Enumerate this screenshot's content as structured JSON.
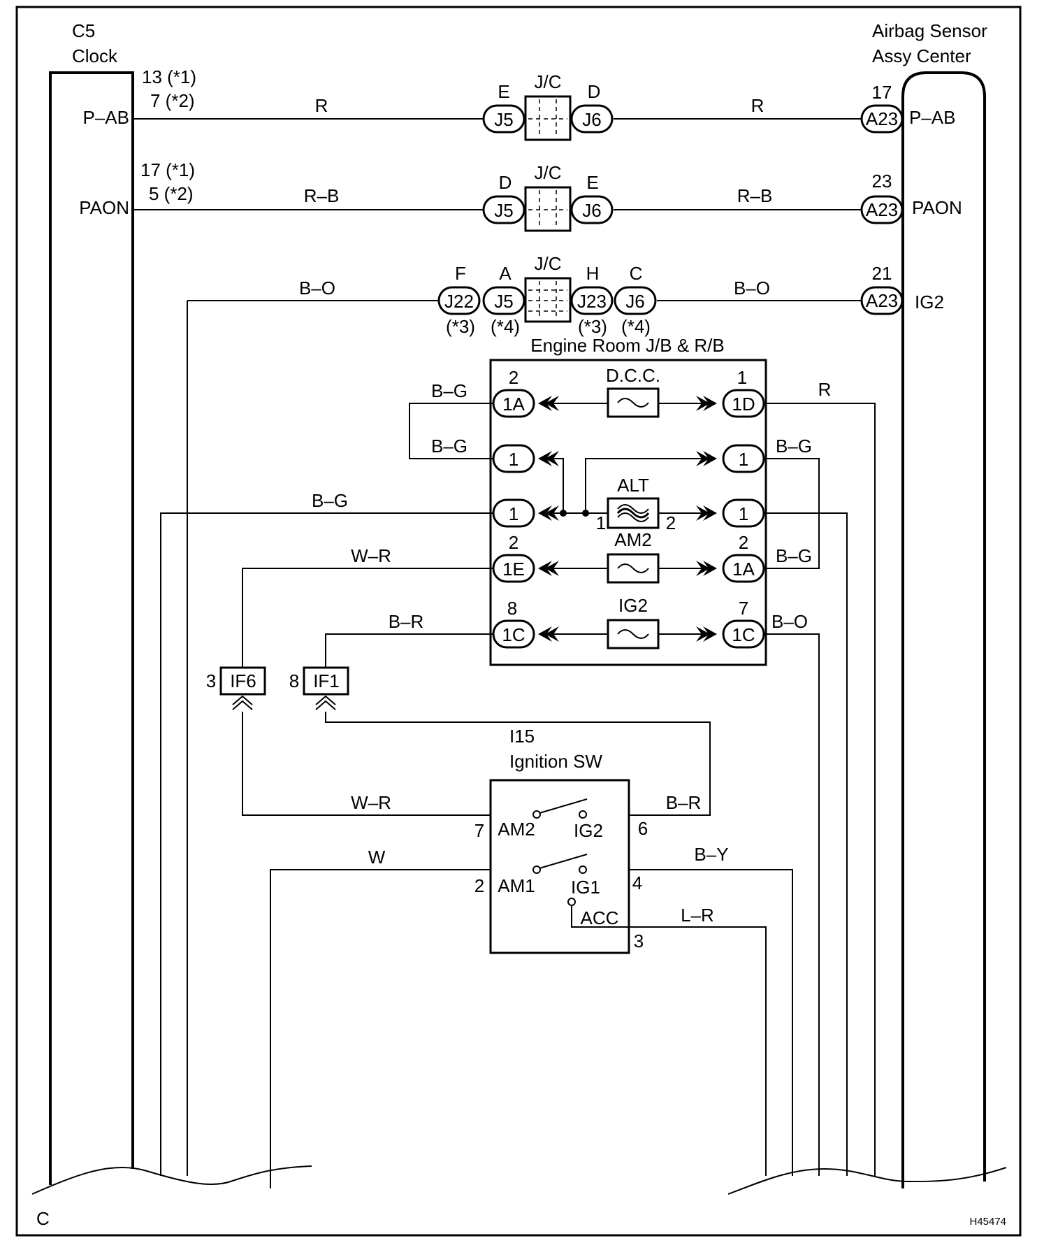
{
  "left_component": {
    "id": "C5",
    "name": "Clock"
  },
  "right_component": {
    "line1": "Airbag Sensor",
    "line2": "Assy Center"
  },
  "left_pins": {
    "pab": {
      "label": "P–AB",
      "num1": "13 (*1)",
      "num2": "7 (*2)"
    },
    "paon": {
      "label": "PAON",
      "num1": "17 (*1)",
      "num2": "5 (*2)"
    }
  },
  "right_pins": {
    "pab": {
      "label": "P–AB",
      "num": "17",
      "connector": "A23"
    },
    "paon": {
      "label": "PAON",
      "num": "23",
      "connector": "A23"
    },
    "ig2": {
      "label": "IG2",
      "num": "21",
      "connector": "A23"
    }
  },
  "junction_blocks": {
    "jc_label": "J/C",
    "row1": {
      "left": "J5",
      "left_pin": "E",
      "right": "J6",
      "right_pin": "D"
    },
    "row2": {
      "left": "J5",
      "left_pin": "D",
      "right": "J6",
      "right_pin": "E"
    },
    "row3": {
      "c1": "J22",
      "c1_pin": "F",
      "c1_note": "(*3)",
      "c2": "J5",
      "c2_pin": "A",
      "c2_note": "(*4)",
      "c3": "J23",
      "c3_pin": "H",
      "c3_note": "(*3)",
      "c4": "J6",
      "c4_pin": "C",
      "c4_note": "(*4)"
    }
  },
  "wire_colors": {
    "row1_left": "R",
    "row1_right": "R",
    "row2_left": "R–B",
    "row2_right": "R–B",
    "row3_left": "B–O",
    "row3_right": "B–O",
    "dcc_left": "B–G",
    "dcc_right": "R",
    "alt_in_left": "B–G",
    "alt_in_right": "B–G",
    "alt_left": "B–G",
    "am2_left": "W–R",
    "am2_right": "B–G",
    "ig2_left": "B–R",
    "ig2_right": "B–O",
    "sw_am2": "W–R",
    "sw_ig2": "B–R",
    "sw_am1": "W",
    "sw_ig1": "B–Y",
    "sw_acc": "L–R"
  },
  "relay_box": {
    "title": "Engine Room J/B & R/B",
    "fuses": {
      "dcc": {
        "name": "D.C.C.",
        "left_pin": "2",
        "left_conn": "1A",
        "right_pin": "1",
        "right_conn": "1D"
      },
      "input": {
        "left_conn": "1",
        "right_conn": "1"
      },
      "alt": {
        "name": "ALT",
        "left_conn": "1",
        "right_conn": "1",
        "term1": "1",
        "term2": "2"
      },
      "am2": {
        "name": "AM2",
        "left_pin": "2",
        "left_conn": "1E",
        "right_pin": "2",
        "right_conn": "1A"
      },
      "ig2": {
        "name": "IG2",
        "left_pin": "8",
        "left_conn": "1C",
        "right_pin": "7",
        "right_conn": "1C"
      }
    }
  },
  "in_line_connectors": {
    "if6": {
      "name": "IF6",
      "pin": "3"
    },
    "if1": {
      "name": "IF1",
      "pin": "8"
    }
  },
  "ignition_switch": {
    "id": "I15",
    "name": "Ignition SW",
    "terminals": {
      "am2": {
        "label": "AM2",
        "pin": "7"
      },
      "ig2": {
        "label": "IG2",
        "pin": "6"
      },
      "am1": {
        "label": "AM1",
        "pin": "2"
      },
      "ig1": {
        "label": "IG1",
        "pin": "4"
      },
      "acc": {
        "label": "ACC",
        "pin": "3"
      }
    }
  },
  "footer": {
    "continuation": "C",
    "diagram_code": "H45474"
  }
}
